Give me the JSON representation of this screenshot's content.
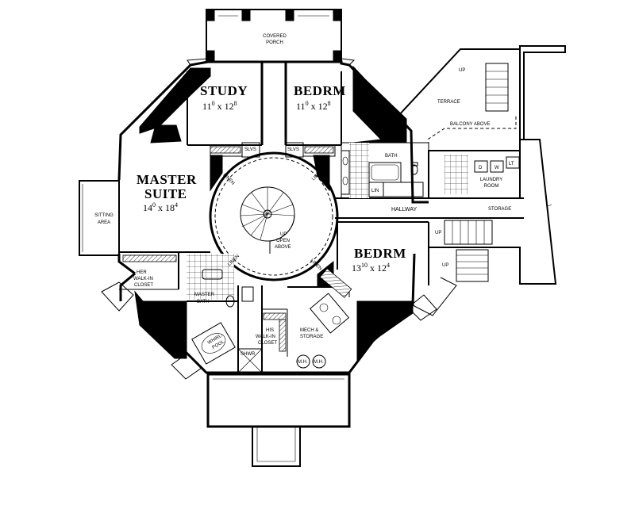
{
  "rooms": {
    "covered_porch": [
      "COVERED",
      "PORCH"
    ],
    "study": {
      "name": "STUDY",
      "w": "11",
      "w_sup": "0",
      "h": "12",
      "h_sup": "8"
    },
    "bedrm_top": {
      "name": "BEDRM",
      "w": "11",
      "w_sup": "0",
      "h": "12",
      "h_sup": "8"
    },
    "master_suite": {
      "name1": "MASTER",
      "name2": "SUITE",
      "w": "14",
      "w_sup": "0",
      "h": "18",
      "h_sup": "4"
    },
    "bedrm_right": {
      "name": "BEDRM",
      "w": "13",
      "w_sup": "10",
      "h": "12",
      "h_sup": "4"
    },
    "sitting_area": [
      "SITTING",
      "AREA"
    ],
    "her_closet": [
      "HER",
      "WALK-IN",
      "CLOSET"
    ],
    "master_bath": [
      "MASTER",
      "BATH"
    ],
    "his_closet": [
      "HIS",
      "WALK-IN",
      "CLOSET"
    ],
    "mech_storage": [
      "MECH &",
      "STORAGE"
    ],
    "bath": "BATH",
    "hallway": "HALLWAY",
    "storage": "STORAGE",
    "laundry": [
      "LAUNDRY",
      "ROOM"
    ],
    "terrace": "TERRACE",
    "balcony_above": "BALCONY ABOVE",
    "open_above": [
      "OPEN",
      "ABOVE"
    ],
    "stair_up": "UP"
  },
  "fixtures": {
    "shelves": "SLVS",
    "linen": "LINEN",
    "lin": "LIN",
    "shower": "SHWR",
    "whirlpool": [
      "WHIRL-",
      "POOL"
    ],
    "washer": "D",
    "dryer": "W",
    "laundry_tub": "LT",
    "mech_unit": "M.H."
  }
}
